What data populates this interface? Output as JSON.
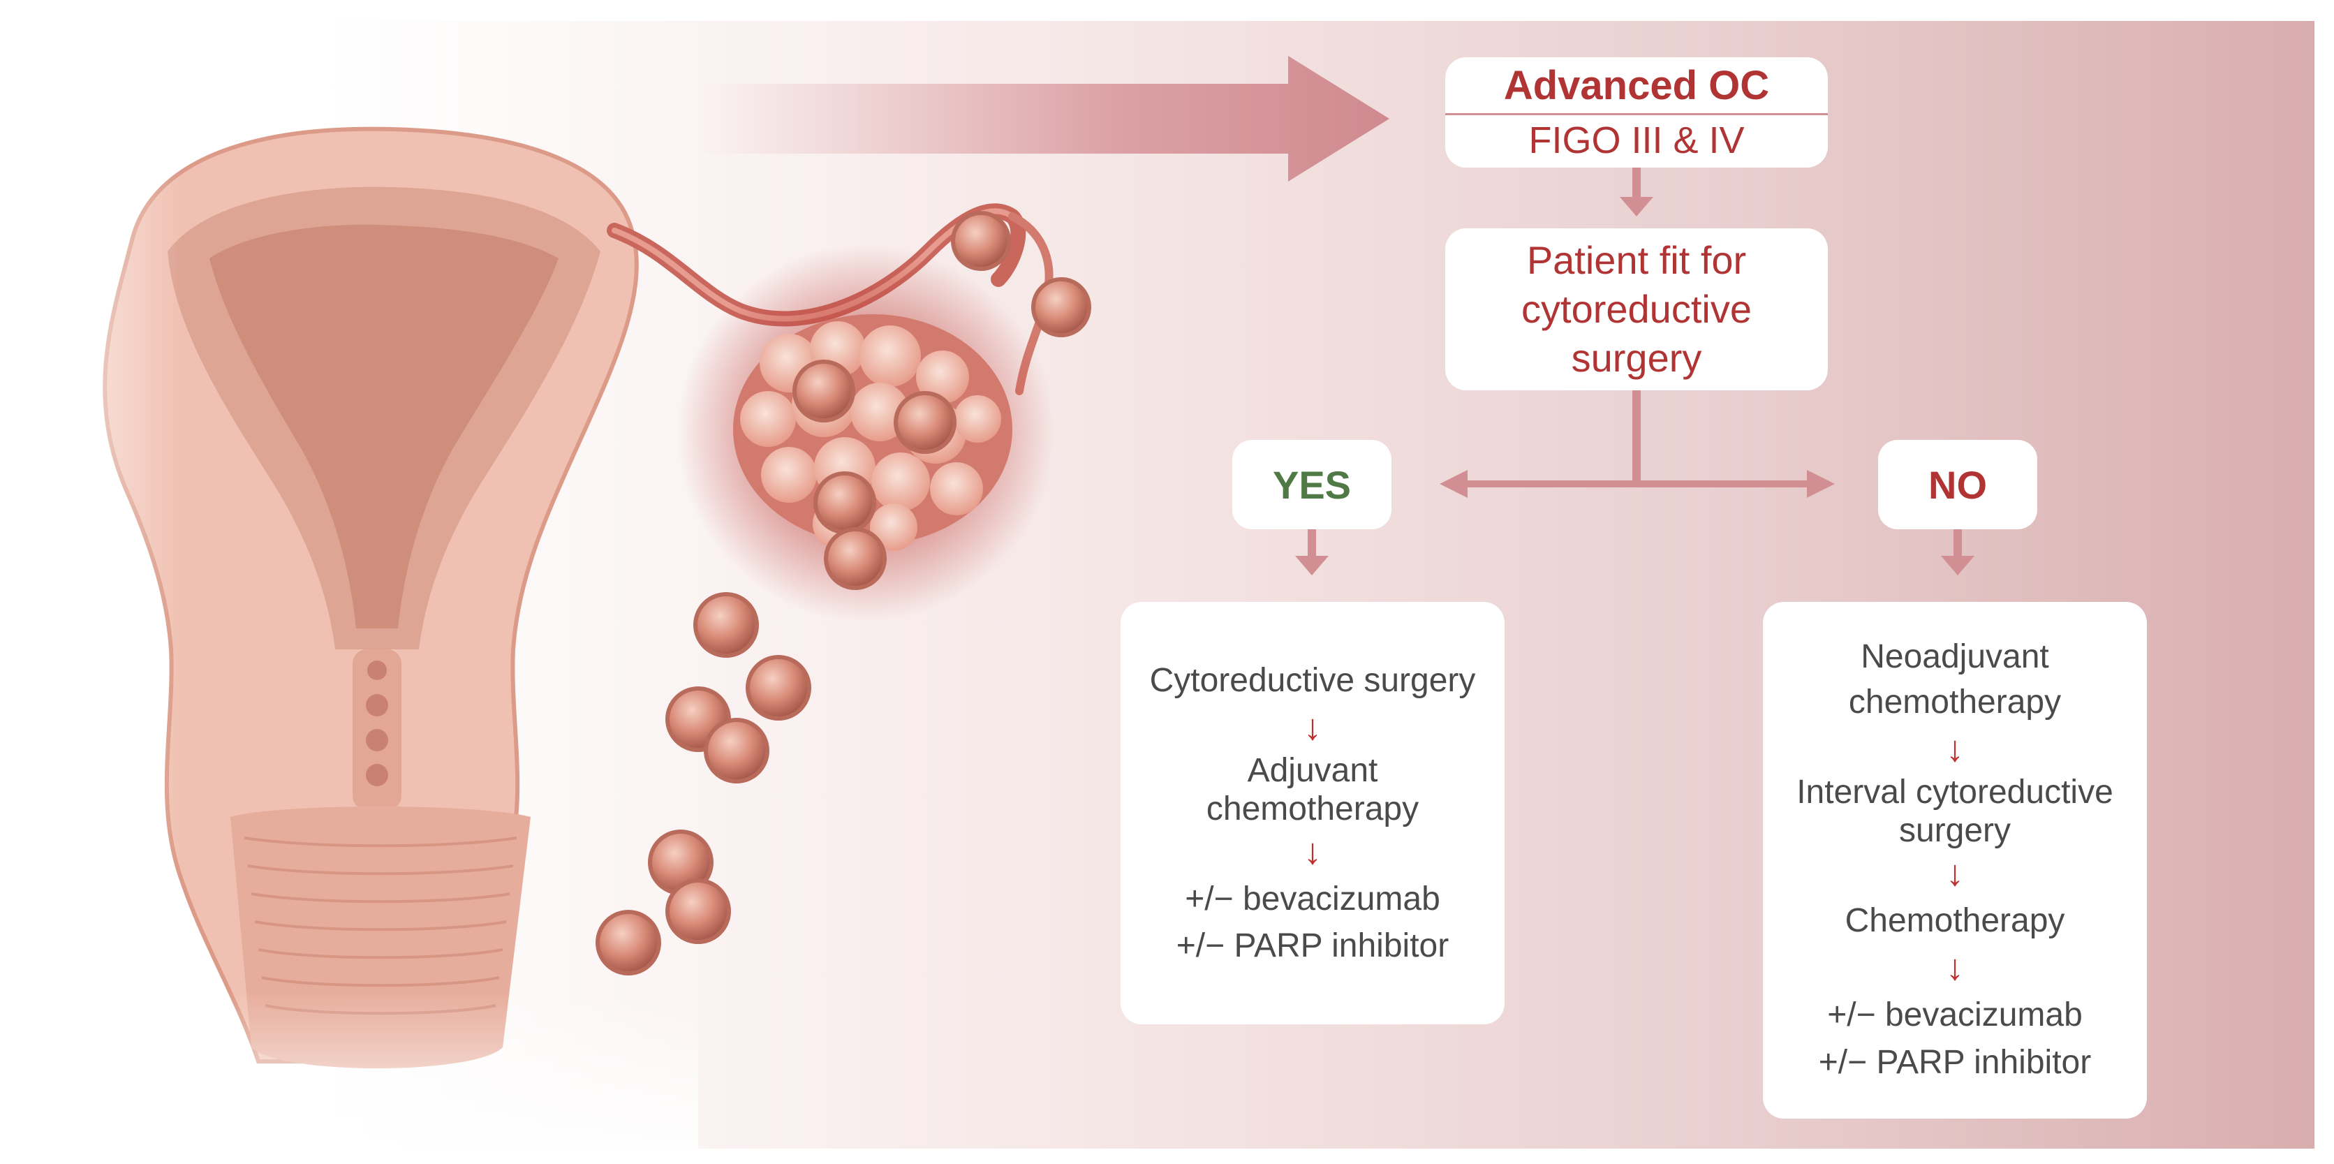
{
  "colors": {
    "accent_red": "#b03434",
    "yes_green": "#4f7a45",
    "connector": "#d28f93",
    "text_grey": "#4a4a4a"
  },
  "icons": {
    "illustration": "female-reproductive-system-with-ovarian-tumor",
    "big_arrow": "large-right-arrow-icon",
    "step_arrow": "down-arrow-icon"
  },
  "header": {
    "title": "Advanced OC",
    "subtitle": "FIGO III & IV"
  },
  "decision": {
    "line1": "Patient fit for",
    "line2": "cytoreductive",
    "line3": "surgery"
  },
  "yes": {
    "label": "YES",
    "steps": [
      "Cytoreductive surgery",
      "Adjuvant",
      "chemotherapy",
      "+/− bevacizumab",
      "+/− PARP inhibitor"
    ]
  },
  "no": {
    "label": "NO",
    "steps": [
      "Neoadjuvant",
      "chemotherapy",
      "Interval cytoreductive",
      "surgery",
      "Chemotherapy",
      "+/− bevacizumab",
      "+/− PARP inhibitor"
    ]
  }
}
